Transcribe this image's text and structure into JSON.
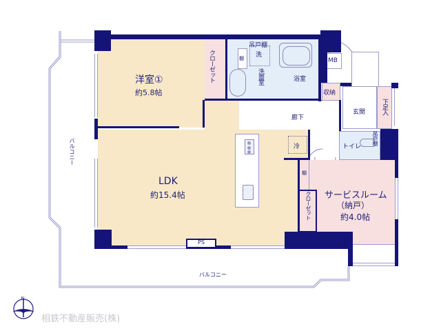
{
  "rooms": {
    "western_room": {
      "name": "洋室①",
      "area": "約5.8帖"
    },
    "ldk": {
      "name": "LDK",
      "area": "約15.4帖"
    },
    "service_room": {
      "name": "サービスルーム",
      "sub": "（納戸）",
      "area": "約4.0帖"
    },
    "closet_1": "クローゼット",
    "closet_2": "クローゼット",
    "shelf_1": "棚",
    "shelf_2": "棚",
    "hanging_shelf_top": "吊戸棚",
    "washing": "洗",
    "washroom": "洗面室",
    "bathroom": "浴室",
    "mb": "MB",
    "storage": "収納",
    "hallway": "廊下",
    "entrance": "玄関",
    "shoe_box": "下足入",
    "toilet": "トイレ",
    "hanging_shelf_toilet": "吊戸棚",
    "fridge": "冷",
    "ps": "PS"
  },
  "balcony": {
    "left": "バルコニー",
    "bottom": "バルコニー"
  },
  "compass": {
    "label": "N"
  },
  "company": {
    "name": "相鉄不動産販売(株)"
  },
  "colors": {
    "wall": "#141478",
    "wood_floor": "#f8e8c8",
    "pink_floor": "#f8e0e0",
    "wet_floor": "#e4eef8",
    "line": "#9a9ac8",
    "watermark": "#c8c8d0"
  }
}
